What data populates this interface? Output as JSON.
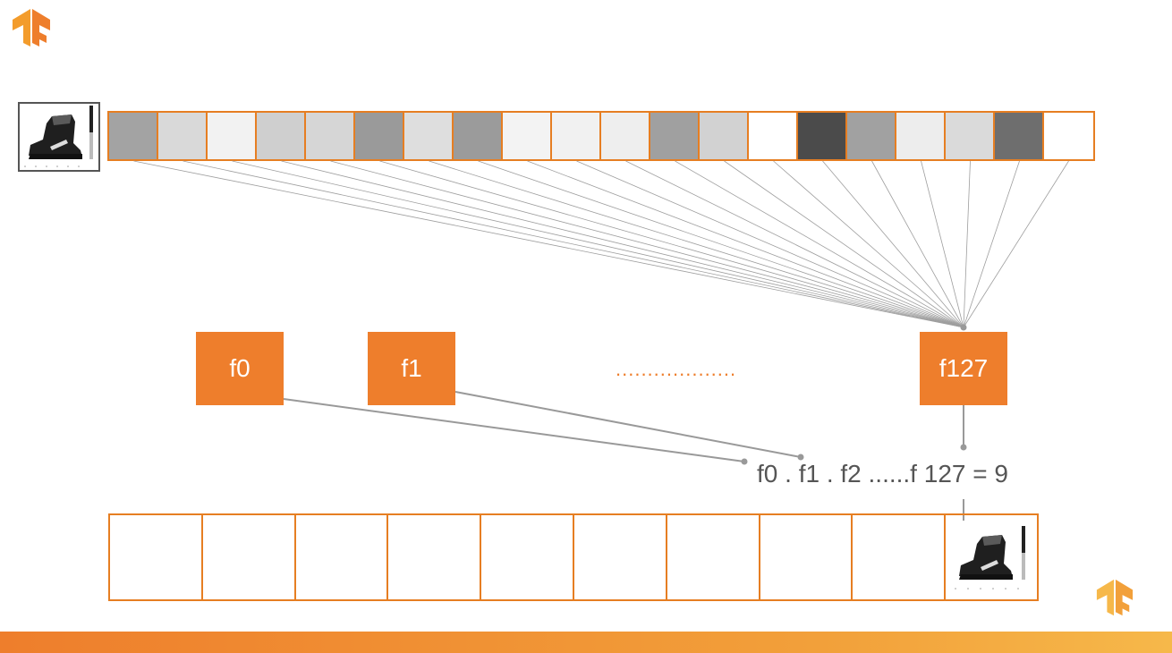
{
  "diagram": {
    "pixel_shades": [
      "#a3a3a3",
      "#d9d9d9",
      "#f2f2f2",
      "#cfcfcf",
      "#d6d6d6",
      "#9a9a9a",
      "#dedede",
      "#9b9b9b",
      "#f3f3f3",
      "#f1f1f1",
      "#eeeeee",
      "#a0a0a0",
      "#d2d2d2",
      "#ffffff",
      "#4b4b4b",
      "#a1a1a1",
      "#ededed",
      "#dadada",
      "#6e6e6e",
      "#ffffff"
    ],
    "neurons": [
      {
        "label": "f0"
      },
      {
        "label": "f1"
      },
      {
        "label": "f127"
      }
    ],
    "ellipsis": "...................",
    "equation": "f0 . f1 . f2 ......f 127 = 9",
    "output_cells": 10,
    "accent_color": "#EE7E2C",
    "icons": [
      "tensorflow-logo",
      "boot-image"
    ]
  }
}
